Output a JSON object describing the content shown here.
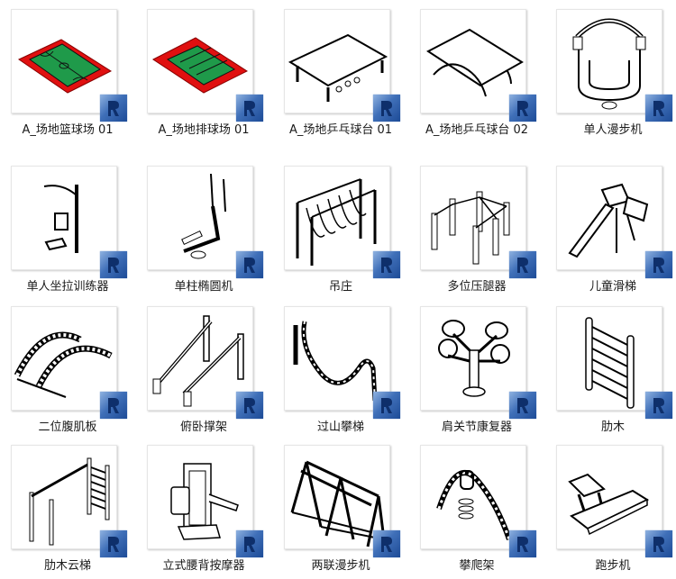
{
  "view": "file-browser-large-icons",
  "badge_icon": "revit-family-icon",
  "colors": {
    "court_green": "#1f9a4a",
    "court_red": "#e01010",
    "badge_blue": "#2f5da8"
  },
  "items": [
    {
      "label": "A_场地篮球场 01",
      "icon": "basketball-court-icon"
    },
    {
      "label": "A_场地排球场 01",
      "icon": "volleyball-court-icon"
    },
    {
      "label": "A_场地乒乓球台 01",
      "icon": "ping-pong-table-icon"
    },
    {
      "label": "A_场地乒乓球台 02",
      "icon": "ping-pong-table-curved-icon"
    },
    {
      "label": "单人漫步机",
      "icon": "single-walker-icon"
    },
    {
      "label": "单人坐拉训练器",
      "icon": "seated-pull-trainer-icon"
    },
    {
      "label": "单柱椭圆机",
      "icon": "elliptical-machine-icon"
    },
    {
      "label": "吊庄",
      "icon": "hanging-stakes-icon"
    },
    {
      "label": "多位压腿器",
      "icon": "leg-press-bars-icon"
    },
    {
      "label": "儿童滑梯",
      "icon": "kids-slide-icon"
    },
    {
      "label": "二位腹肌板",
      "icon": "ab-board-icon"
    },
    {
      "label": "俯卧撑架",
      "icon": "pushup-bars-icon"
    },
    {
      "label": "过山攀梯",
      "icon": "climbing-ladder-icon"
    },
    {
      "label": "肩关节康复器",
      "icon": "shoulder-wheel-icon"
    },
    {
      "label": "肋木",
      "icon": "wall-bars-icon"
    },
    {
      "label": "肋木云梯",
      "icon": "wall-bars-monkey-ladder-icon"
    },
    {
      "label": "立式腰背按摩器",
      "icon": "back-massager-icon"
    },
    {
      "label": "两联漫步机",
      "icon": "double-walker-icon"
    },
    {
      "label": "攀爬架",
      "icon": "climbing-frame-icon"
    },
    {
      "label": "跑步机",
      "icon": "treadmill-icon"
    }
  ]
}
